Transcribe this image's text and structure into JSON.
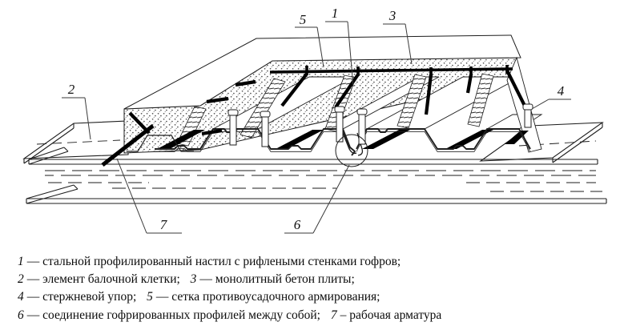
{
  "figure": {
    "description": "Isometric cutaway drawing of a composite floor slab on profiled steel decking supported by a beam grid",
    "callouts": {
      "c1": {
        "num": "1"
      },
      "c2": {
        "num": "2"
      },
      "c3": {
        "num": "3"
      },
      "c4": {
        "num": "4"
      },
      "c5": {
        "num": "5"
      },
      "c6": {
        "num": "6"
      },
      "c7": {
        "num": "7"
      }
    }
  },
  "legend": {
    "lines": [
      {
        "parts": [
          {
            "num": "1",
            "text": "— стальной профилированный настил с рифлеными стенками гофров;"
          }
        ]
      },
      {
        "parts": [
          {
            "num": "2",
            "text": "— элемент балочной клетки;"
          },
          {
            "num": "3",
            "text": "— монолитный бетон плиты;"
          }
        ]
      },
      {
        "parts": [
          {
            "num": "4",
            "text": "— стержневой упор;"
          },
          {
            "num": "5",
            "text": "— сетка противоусадочного армирования;"
          }
        ]
      },
      {
        "parts": [
          {
            "num": "6",
            "text": "— соединение гофрированных профилей между собой;"
          },
          {
            "num": "7",
            "text": "– рабочая арматура"
          }
        ]
      }
    ]
  },
  "colors": {
    "line": "#1e1e1e",
    "paper": "#ffffff",
    "solid_black": "#000000",
    "stipple_dot": "#4a4a4a"
  }
}
